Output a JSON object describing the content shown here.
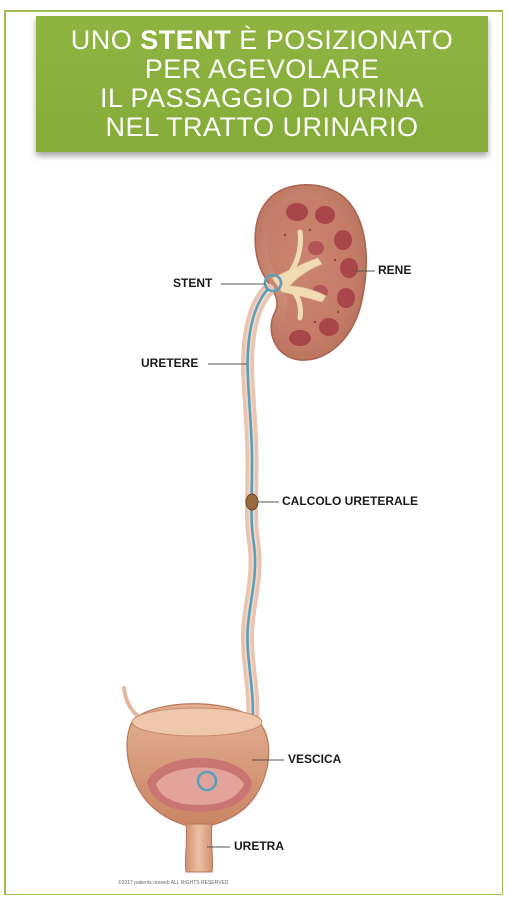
{
  "title": {
    "line1_pre": "UNO ",
    "line1_bold": "STENT",
    "line1_post": " È POSIZIONATO",
    "line2": "PER AGEVOLARE",
    "line3": "IL PASSAGGIO DI URINA",
    "line4": "NEL TRATTO URINARIO"
  },
  "labels": {
    "stent": "STENT",
    "rene": "RENE",
    "uretere": "URETERE",
    "calcolo": "CALCOLO URETERALE",
    "vescica": "VESCICA",
    "uretra": "URETRA"
  },
  "copyright": "©2017 patients uroweb ALL RIGHTS RESERVED",
  "colors": {
    "banner": "#8fb441",
    "kidney_outer": "#c98a76",
    "kidney_inner": "#b14e4f",
    "stent": "#5a9fba",
    "ureter": "#e8c2ae",
    "bladder": "#d69a7d"
  }
}
